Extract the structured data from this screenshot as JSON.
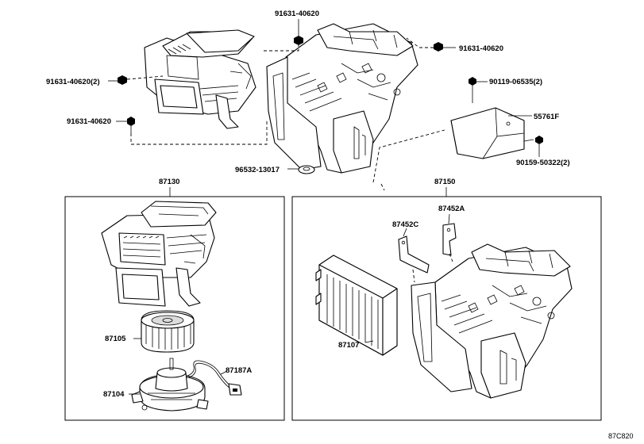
{
  "labels": {
    "bolt_top_center": "91631-40620",
    "bolt_top_right": "91631-40620",
    "bolt_left_upper": "91631-40620(2)",
    "bolt_left_lower": "91631-40620",
    "screw_right_upper": "90119-06535(2)",
    "bracket_right": "55761F",
    "screw_right_lower": "90159-50322(2)",
    "grommet": "96532-13017",
    "blower_assy": "87130",
    "heater_unit_assy": "87150",
    "fan_wheel": "87105",
    "motor": "87104",
    "resistor_harness": "87187A",
    "bracket_a": "87452A",
    "bracket_c": "87452C",
    "heater_core": "87107"
  },
  "footer": {
    "diagram_code": "87C820"
  }
}
